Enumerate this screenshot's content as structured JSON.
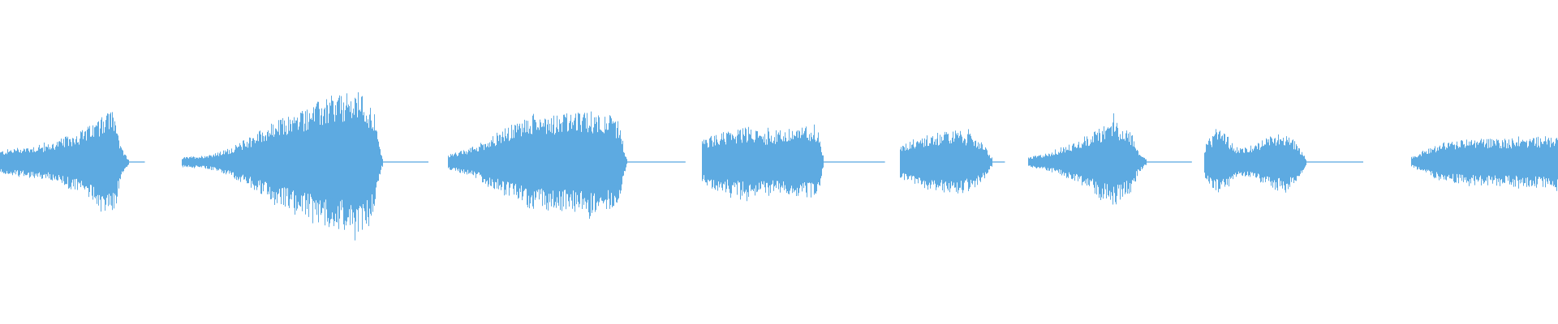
{
  "waveform": {
    "color": "#5daae1",
    "background": "#ffffff",
    "duration_fraction_range": [
      0,
      1
    ],
    "segments": [
      {
        "kind": "sound",
        "start": 0.0,
        "end": 0.082,
        "envelope": [
          [
            0.0,
            0.07
          ],
          [
            0.01,
            0.09
          ],
          [
            0.02,
            0.1
          ],
          [
            0.03,
            0.11
          ],
          [
            0.04,
            0.15
          ],
          [
            0.05,
            0.19
          ],
          [
            0.06,
            0.24
          ],
          [
            0.065,
            0.3
          ],
          [
            0.07,
            0.33
          ],
          [
            0.073,
            0.3
          ],
          [
            0.075,
            0.25
          ],
          [
            0.077,
            0.1
          ],
          [
            0.08,
            0.05
          ],
          [
            0.082,
            0.02
          ]
        ]
      },
      {
        "kind": "silence",
        "start": 0.082,
        "end": 0.093,
        "level": 0.004
      },
      {
        "kind": "sound",
        "start": 0.117,
        "end": 0.245,
        "envelope": [
          [
            0.117,
            0.03
          ],
          [
            0.13,
            0.04
          ],
          [
            0.14,
            0.06
          ],
          [
            0.15,
            0.1
          ],
          [
            0.16,
            0.16
          ],
          [
            0.17,
            0.22
          ],
          [
            0.18,
            0.27
          ],
          [
            0.19,
            0.31
          ],
          [
            0.2,
            0.36
          ],
          [
            0.21,
            0.4
          ],
          [
            0.22,
            0.42
          ],
          [
            0.23,
            0.44
          ],
          [
            0.235,
            0.4
          ],
          [
            0.24,
            0.3
          ],
          [
            0.243,
            0.12
          ],
          [
            0.245,
            0.03
          ]
        ]
      },
      {
        "kind": "silence",
        "start": 0.245,
        "end": 0.275,
        "level": 0.004
      },
      {
        "kind": "sound",
        "start": 0.288,
        "end": 0.402,
        "envelope": [
          [
            0.288,
            0.05
          ],
          [
            0.3,
            0.08
          ],
          [
            0.31,
            0.13
          ],
          [
            0.32,
            0.19
          ],
          [
            0.33,
            0.24
          ],
          [
            0.34,
            0.29
          ],
          [
            0.35,
            0.3
          ],
          [
            0.36,
            0.31
          ],
          [
            0.37,
            0.3
          ],
          [
            0.38,
            0.32
          ],
          [
            0.39,
            0.3
          ],
          [
            0.397,
            0.25
          ],
          [
            0.4,
            0.1
          ],
          [
            0.402,
            0.02
          ]
        ]
      },
      {
        "kind": "silence",
        "start": 0.402,
        "end": 0.44,
        "level": 0.004
      },
      {
        "kind": "sound",
        "start": 0.451,
        "end": 0.528,
        "envelope": [
          [
            0.451,
            0.14
          ],
          [
            0.46,
            0.18
          ],
          [
            0.47,
            0.2
          ],
          [
            0.48,
            0.22
          ],
          [
            0.49,
            0.19
          ],
          [
            0.5,
            0.2
          ],
          [
            0.51,
            0.21
          ],
          [
            0.52,
            0.23
          ],
          [
            0.525,
            0.2
          ],
          [
            0.528,
            0.05
          ]
        ]
      },
      {
        "kind": "silence",
        "start": 0.528,
        "end": 0.568,
        "level": 0.004
      },
      {
        "kind": "sound",
        "start": 0.578,
        "end": 0.636,
        "envelope": [
          [
            0.578,
            0.1
          ],
          [
            0.585,
            0.14
          ],
          [
            0.595,
            0.17
          ],
          [
            0.605,
            0.19
          ],
          [
            0.615,
            0.2
          ],
          [
            0.625,
            0.17
          ],
          [
            0.632,
            0.1
          ],
          [
            0.636,
            0.03
          ]
        ]
      },
      {
        "kind": "silence",
        "start": 0.636,
        "end": 0.645,
        "level": 0.004
      },
      {
        "kind": "sound",
        "start": 0.66,
        "end": 0.735,
        "envelope": [
          [
            0.66,
            0.03
          ],
          [
            0.67,
            0.05
          ],
          [
            0.68,
            0.08
          ],
          [
            0.69,
            0.13
          ],
          [
            0.7,
            0.18
          ],
          [
            0.71,
            0.24
          ],
          [
            0.715,
            0.28
          ],
          [
            0.72,
            0.22
          ],
          [
            0.725,
            0.2
          ],
          [
            0.73,
            0.08
          ],
          [
            0.735,
            0.02
          ]
        ]
      },
      {
        "kind": "silence",
        "start": 0.735,
        "end": 0.765,
        "level": 0.004
      },
      {
        "kind": "sound",
        "start": 0.773,
        "end": 0.838,
        "envelope": [
          [
            0.773,
            0.1
          ],
          [
            0.777,
            0.16
          ],
          [
            0.782,
            0.2
          ],
          [
            0.787,
            0.17
          ],
          [
            0.792,
            0.1
          ],
          [
            0.8,
            0.09
          ],
          [
            0.81,
            0.14
          ],
          [
            0.82,
            0.18
          ],
          [
            0.827,
            0.17
          ],
          [
            0.832,
            0.12
          ],
          [
            0.836,
            0.06
          ],
          [
            0.838,
            0.02
          ]
        ]
      },
      {
        "kind": "silence",
        "start": 0.838,
        "end": 0.875,
        "level": 0.004
      },
      {
        "kind": "sound",
        "start": 0.906,
        "end": 1.0,
        "envelope": [
          [
            0.906,
            0.03
          ],
          [
            0.915,
            0.08
          ],
          [
            0.925,
            0.12
          ],
          [
            0.94,
            0.14
          ],
          [
            0.955,
            0.15
          ],
          [
            0.97,
            0.15
          ],
          [
            0.985,
            0.16
          ],
          [
            1.0,
            0.16
          ]
        ]
      }
    ]
  }
}
